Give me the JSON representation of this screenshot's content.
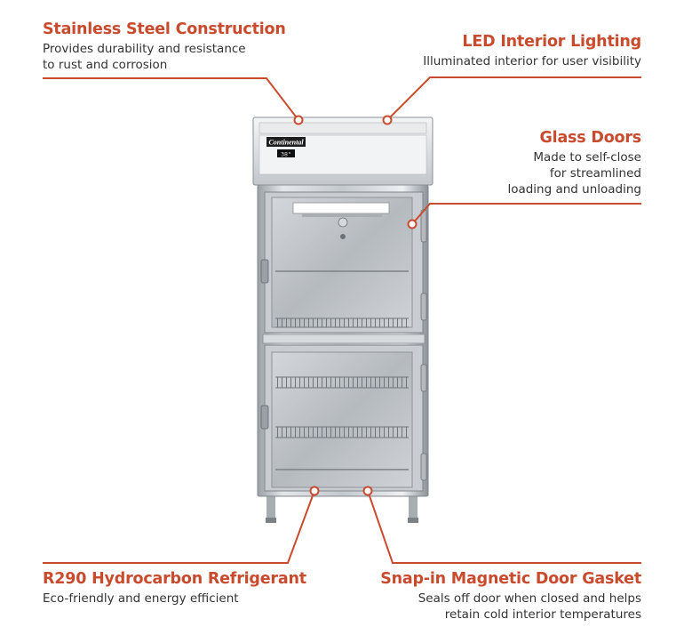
{
  "colors": {
    "accent": "#c94b2e",
    "body_text": "#333333",
    "background": "#ffffff"
  },
  "product": {
    "brand_badge": "Continental",
    "display_readout": "38°"
  },
  "features": {
    "stainless_steel": {
      "title": "Stainless Steel Construction",
      "lines": [
        "Provides durability and resistance",
        "to rust and corrosion"
      ]
    },
    "led_lighting": {
      "title": "LED Interior Lighting",
      "lines": [
        "Illuminated interior for user visibility"
      ]
    },
    "glass_doors": {
      "title": "Glass Doors",
      "lines": [
        "Made to self-close",
        "for streamlined",
        "loading and unloading"
      ]
    },
    "refrigerant": {
      "title": "R290 Hydrocarbon Refrigerant",
      "lines": [
        "Eco-friendly and energy efficient"
      ]
    },
    "door_gasket": {
      "title": "Snap-in Magnetic Door Gasket",
      "lines": [
        "Seals off door when closed and helps",
        "retain cold interior temperatures"
      ]
    }
  }
}
